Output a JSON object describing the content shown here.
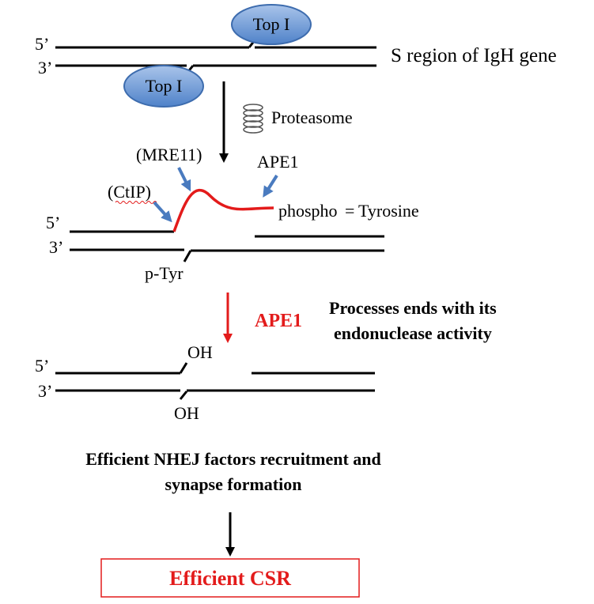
{
  "colors": {
    "accent_red": "#e31b1b",
    "blue_arrow": "#4a7bbf",
    "ellipse_fill": "#6f9bd6",
    "ellipse_stroke": "#3d6cae"
  },
  "panel1": {
    "label_5": "5’",
    "label_3": "3’",
    "topo_top": "Top I",
    "topo_bottom": "Top I",
    "gene_label": "S region of IgH gene"
  },
  "step1": {
    "proteasome_icon": "proteasome-spring-icon",
    "proteasome_label": "Proteasome"
  },
  "panel2": {
    "mre11": "(MRE11)",
    "ctip": "(CtIP)",
    "ape1": "APE1",
    "phospho": "phospho",
    "eq": "=",
    "tyrosine": "Tyrosine",
    "label_5": "5’",
    "label_3": "3’",
    "ptyr": "p-Tyr"
  },
  "step2": {
    "ape1": "APE1",
    "process_line1": "Processes ends with its",
    "process_line2": "endonuclease activity"
  },
  "panel3": {
    "label_5": "5’",
    "label_3": "3’",
    "oh_top": "OH",
    "oh_bottom": "OH"
  },
  "nhej": {
    "line1": "Efficient NHEJ factors recruitment and",
    "line2": "synapse formation"
  },
  "result": {
    "label": "Efficient CSR"
  }
}
